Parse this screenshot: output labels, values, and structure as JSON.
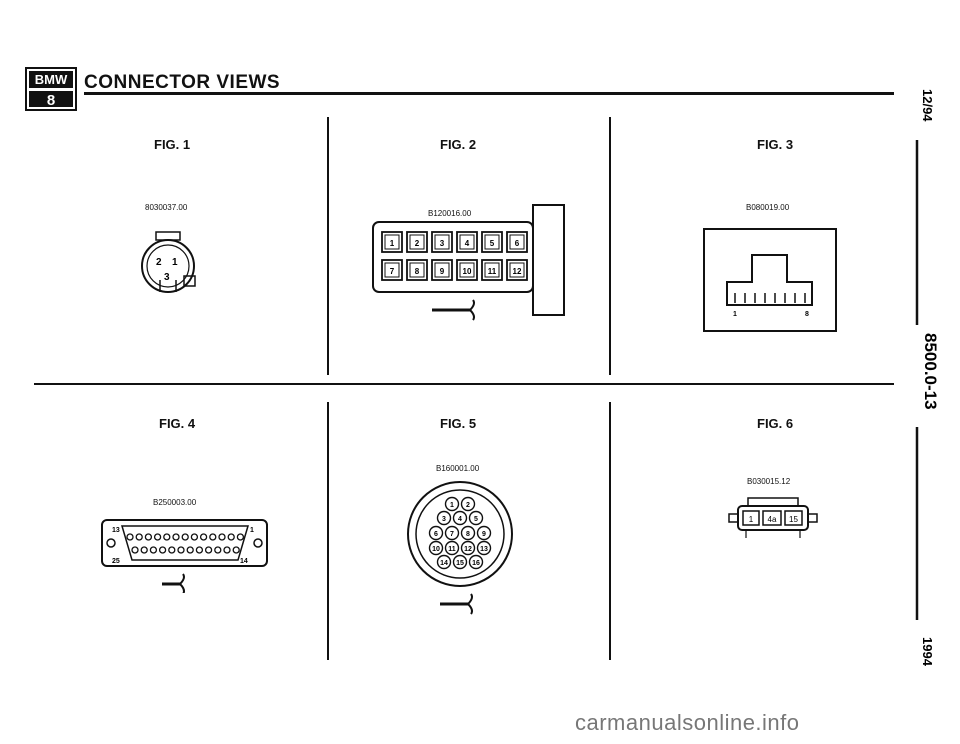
{
  "header": {
    "title": "CONNECTOR VIEWS",
    "logo": {
      "brand": "BMW",
      "model": "8"
    }
  },
  "figures": [
    {
      "label": "FIG. 1",
      "code": "8030037.00",
      "pins": [
        "2",
        "1",
        "3"
      ]
    },
    {
      "label": "FIG. 2",
      "code": "B120016.00",
      "pins": [
        "1",
        "2",
        "3",
        "4",
        "5",
        "6",
        "7",
        "8",
        "9",
        "10",
        "11",
        "12"
      ]
    },
    {
      "label": "FIG. 3",
      "code": "B080019.00",
      "pins": [
        "1",
        "8"
      ]
    },
    {
      "label": "FIG. 4",
      "code": "B250003.00",
      "pins": [
        "13",
        "1",
        "25",
        "14"
      ]
    },
    {
      "label": "FIG. 5",
      "code": "B160001.00",
      "pins": [
        "1",
        "2",
        "3",
        "4",
        "5",
        "6",
        "7",
        "8",
        "9",
        "10",
        "11",
        "12",
        "13",
        "14",
        "15",
        "16"
      ]
    },
    {
      "label": "FIG. 6",
      "code": "B030015.12",
      "pins": [
        "1",
        "4a",
        "15"
      ]
    }
  ],
  "sidebar": {
    "date": "12/94",
    "page": "8500.0-13",
    "year": "1994"
  },
  "footer": {
    "watermark": "carmanualsonline.info"
  }
}
